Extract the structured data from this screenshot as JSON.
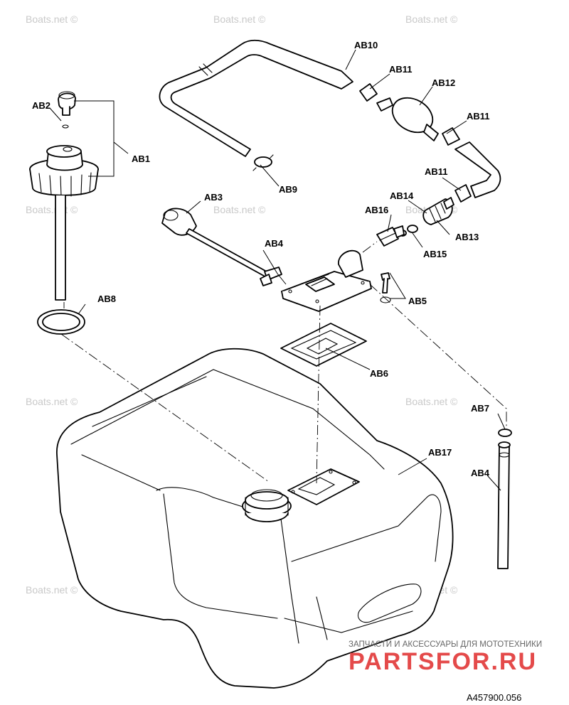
{
  "diagram": {
    "drawing_number": "A457900.056",
    "watermark": "Boats.net ©",
    "brand": {
      "logo_text": "PARTSFOR.RU",
      "tagline": "ЗАПЧАСТИ И АКСЕССУАРЫ ДЛЯ МОТОТЕХНИКИ"
    },
    "callouts": {
      "ab1": "AB1",
      "ab2": "AB2",
      "ab3": "AB3",
      "ab4_sender": "AB4",
      "ab4_tube": "AB4",
      "ab5": "AB5",
      "ab6": "AB6",
      "ab7": "AB7",
      "ab8": "AB8",
      "ab9": "AB9",
      "ab10": "AB10",
      "ab11_top": "AB11",
      "ab11_mid": "AB11",
      "ab11_low": "AB11",
      "ab12": "AB12",
      "ab13": "AB13",
      "ab14": "AB14",
      "ab15": "AB15",
      "ab16": "AB16",
      "ab17": "AB17"
    }
  }
}
